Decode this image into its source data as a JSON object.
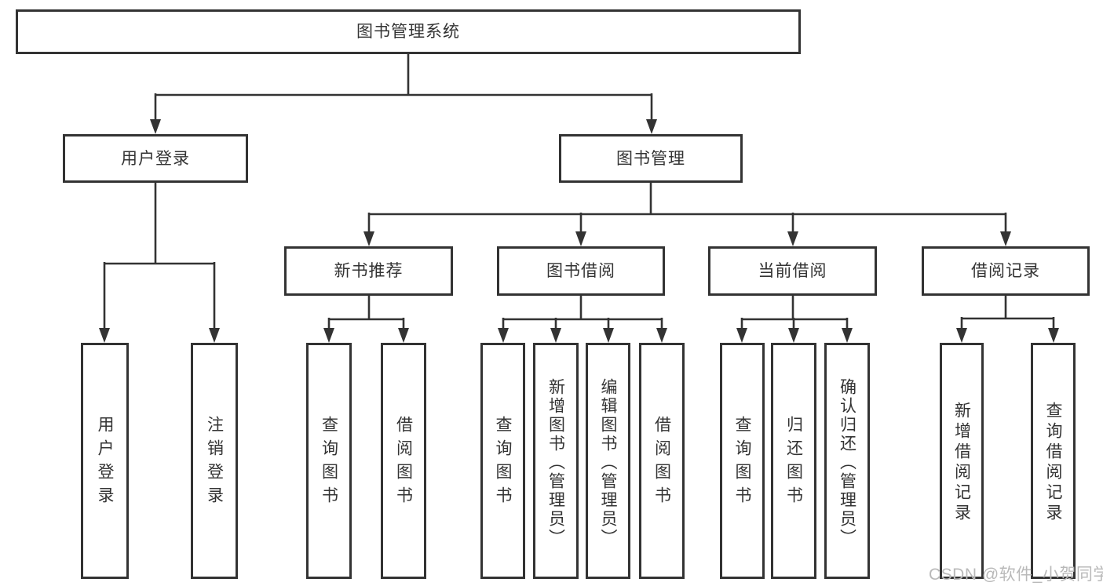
{
  "diagram": {
    "title": "图书管理系统",
    "branches": [
      {
        "label": "用户登录",
        "children": [
          {
            "label": "用户登录"
          },
          {
            "label": "注销登录"
          }
        ]
      },
      {
        "label": "图书管理",
        "children": [
          {
            "label": "新书推荐",
            "children": [
              {
                "label": "查询图书"
              },
              {
                "label": "借阅图书"
              }
            ]
          },
          {
            "label": "图书借阅",
            "children": [
              {
                "label": "查询图书"
              },
              {
                "label": "新增图书（管理员）"
              },
              {
                "label": "编辑图书（管理员）"
              },
              {
                "label": "借阅图书"
              }
            ]
          },
          {
            "label": "当前借阅",
            "children": [
              {
                "label": "查询图书"
              },
              {
                "label": "归还图书"
              },
              {
                "label": "确认归还（管理员）"
              }
            ]
          },
          {
            "label": "借阅记录",
            "children": [
              {
                "label": "新增借阅记录"
              },
              {
                "label": "查询借阅记录"
              }
            ]
          }
        ]
      }
    ]
  },
  "watermark": {
    "text": "CSDN @软件_小贺同学",
    "color": "#b9b9b9"
  },
  "colors": {
    "line": "#333333",
    "text": "#333333",
    "background": "#ffffff"
  }
}
